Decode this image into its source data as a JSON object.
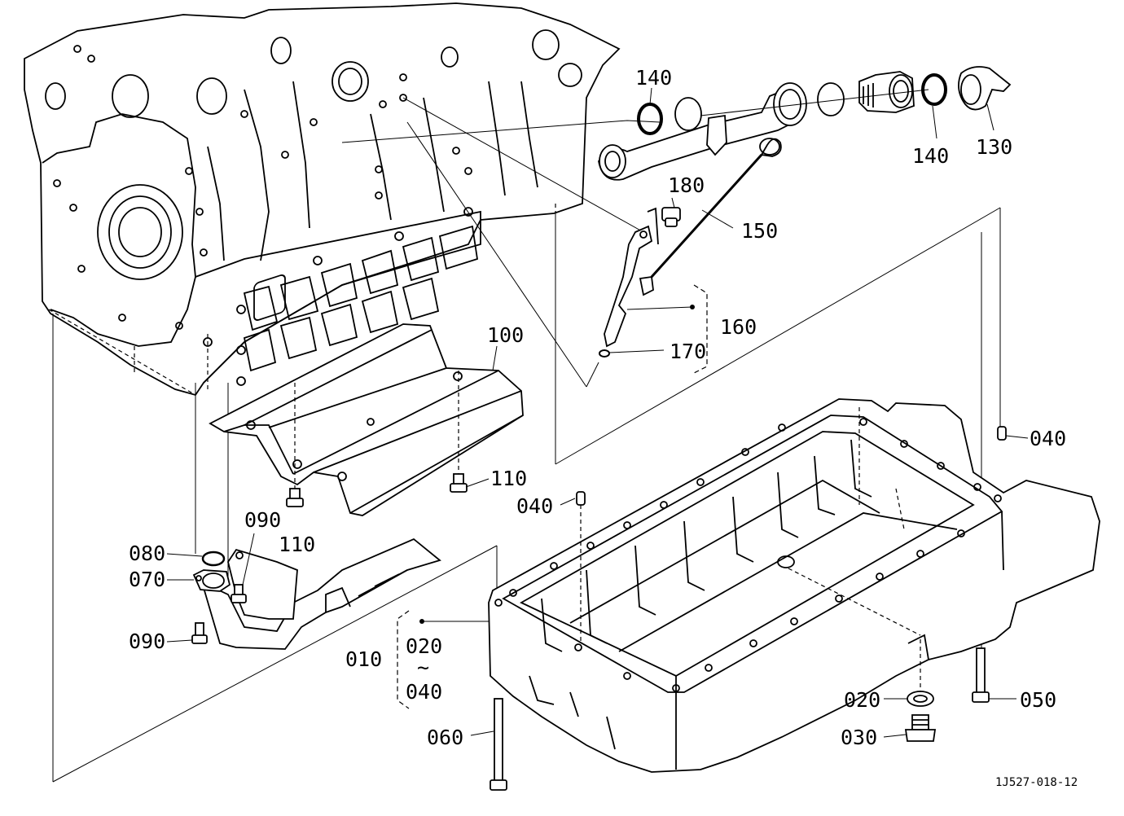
{
  "diagram": {
    "labels": {
      "p140a": "140",
      "p140b": "140",
      "p130": "130",
      "p180": "180",
      "p150": "150",
      "p160": "160",
      "p170": "170",
      "p100": "100",
      "p110a": "110",
      "p110b": "110",
      "p040a": "040",
      "p040b": "040",
      "p090a": "090",
      "p090b": "090",
      "p080": "080",
      "p070": "070",
      "p010": "010",
      "p020a": "020",
      "tilde": "~",
      "p040c": "040",
      "p020b": "020",
      "p050": "050",
      "p030": "030",
      "p060": "060"
    },
    "reference_code": "1J527-018-12"
  }
}
